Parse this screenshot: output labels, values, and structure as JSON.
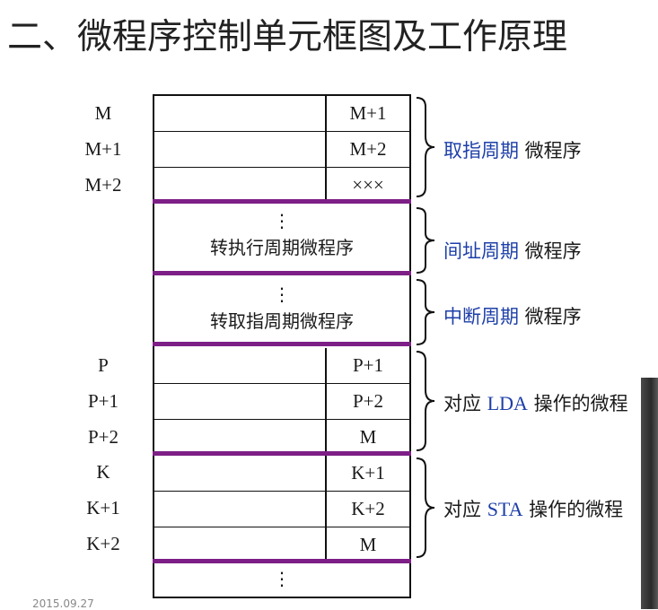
{
  "title": "二、微程序控制单元框图及工作原理",
  "addresses": [
    "M",
    "M+1",
    "M+2",
    "P",
    "P+1",
    "P+2",
    "K",
    "K+1",
    "K+2"
  ],
  "next_addresses": [
    "M+1",
    "M+2",
    "×××",
    "P+1",
    "P+2",
    "M",
    "K+1",
    "K+2",
    "M"
  ],
  "blocks": [
    {
      "dots": "⋮",
      "label": "转执行周期微程序"
    },
    {
      "dots": "⋮",
      "label": "转取指周期微程序"
    }
  ],
  "bottom_dots": "⋮",
  "brace_labels": [
    {
      "highlight": "取指周期",
      "rest": " 微程序"
    },
    {
      "highlight": "间址周期",
      "rest": " 微程序"
    },
    {
      "highlight": "中断周期",
      "rest": " 微程序"
    },
    {
      "prefix": "对应 ",
      "highlight": "LDA",
      "rest": " 操作的微程"
    },
    {
      "prefix": "对应 ",
      "highlight": "STA",
      "rest": " 操作的微程"
    }
  ],
  "footer": "2015.09.27",
  "colors": {
    "separator": "#7d1f86",
    "highlight": "#1d3fa8"
  }
}
